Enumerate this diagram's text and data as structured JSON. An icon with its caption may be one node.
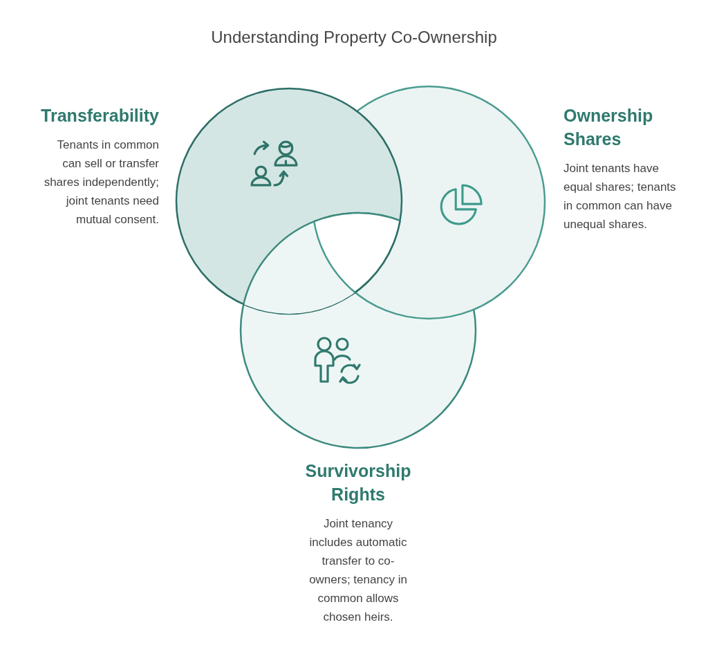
{
  "diagram": {
    "title": "Understanding Property Co-Ownership",
    "nodes": [
      {
        "text": [
          "Transferability",
          "Tenants in common can sell or transfer shares independently; joint tenants need mutual consent."
        ]
      },
      {
        "text": [
          "Ownership Shares",
          "Joint tenants have equal shares; tenants in common can have unequal shares."
        ]
      },
      {
        "text": [
          "Survivorship Rights",
          "Joint tenancy includes automatic transfer to co-owners; tenancy in common allows chosen heirs."
        ]
      }
    ]
  }
}
